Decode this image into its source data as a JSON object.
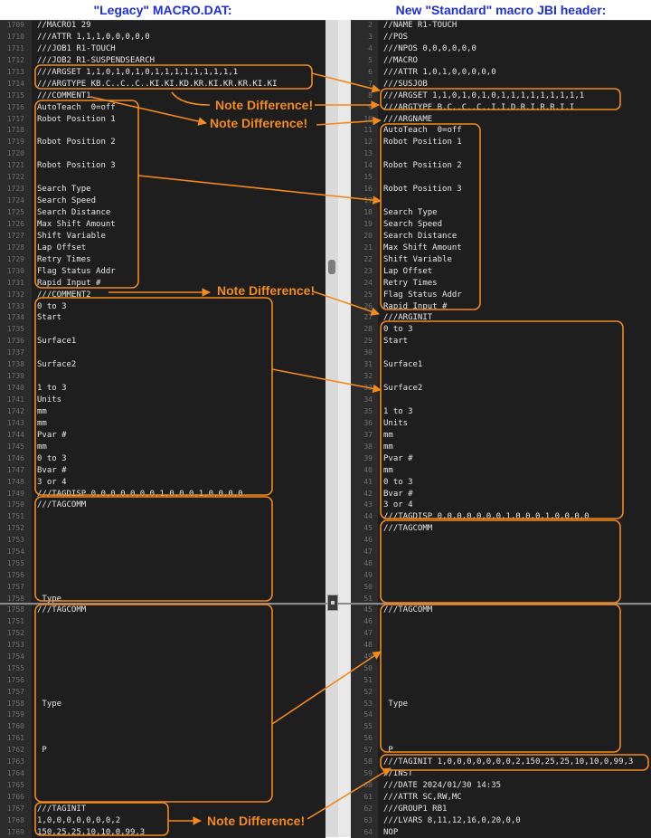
{
  "headers": {
    "left": "\"Legacy\" MACRO.DAT:",
    "right": "New \"Standard\" macro JBI header:"
  },
  "notes": [
    "Note Difference!",
    "Note Difference!",
    "Note Difference!",
    "Note Difference!"
  ],
  "colors": {
    "header_text": "#1f2fd6",
    "annotation": "#f28a1c",
    "editor_bg": "#1e1e1e",
    "code_text": "#e6e6e6",
    "line_number": "#6f6f6f"
  },
  "left_top": {
    "lines": [
      {
        "n": "1709",
        "t": "//MACRO1 29"
      },
      {
        "n": "1710",
        "t": "///ATTR 1,1,1,0,0,0,0,0"
      },
      {
        "n": "1711",
        "t": "///JOB1 R1-TOUCH"
      },
      {
        "n": "1712",
        "t": "///JOB2 R1-SUSPENDSEARCH"
      },
      {
        "n": "1713",
        "t": "///ARGSET 1,1,0,1,0,1,0,1,1,1,1,1,1,1,1,1"
      },
      {
        "n": "1714",
        "t": "///ARGTYPE KB.C..C..C..KI.KI.KD.KR.KI.KR.KR.KI.KI"
      },
      {
        "n": "1715",
        "t": "///COMMENT1"
      },
      {
        "n": "1716",
        "t": "AutoTeach  0=off"
      },
      {
        "n": "1717",
        "t": "Robot Position 1"
      },
      {
        "n": "1718",
        "t": ""
      },
      {
        "n": "1719",
        "t": "Robot Position 2"
      },
      {
        "n": "1720",
        "t": ""
      },
      {
        "n": "1721",
        "t": "Robot Position 3"
      },
      {
        "n": "1722",
        "t": ""
      },
      {
        "n": "1723",
        "t": "Search Type"
      },
      {
        "n": "1724",
        "t": "Search Speed"
      },
      {
        "n": "1725",
        "t": "Search Distance"
      },
      {
        "n": "1726",
        "t": "Max Shift Amount"
      },
      {
        "n": "1727",
        "t": "Shift Variable"
      },
      {
        "n": "1728",
        "t": "Lap Offset"
      },
      {
        "n": "1729",
        "t": "Retry Times"
      },
      {
        "n": "1730",
        "t": "Flag Status Addr"
      },
      {
        "n": "1731",
        "t": "Rapid Input #"
      },
      {
        "n": "1732",
        "t": "///COMMENT2"
      },
      {
        "n": "1733",
        "t": "0 to 3"
      },
      {
        "n": "1734",
        "t": "Start"
      },
      {
        "n": "1735",
        "t": ""
      },
      {
        "n": "1736",
        "t": "Surface1"
      },
      {
        "n": "1737",
        "t": ""
      },
      {
        "n": "1738",
        "t": "Surface2"
      },
      {
        "n": "1739",
        "t": ""
      },
      {
        "n": "1740",
        "t": "1 to 3"
      },
      {
        "n": "1741",
        "t": "Units"
      },
      {
        "n": "1742",
        "t": "mm"
      },
      {
        "n": "1743",
        "t": "mm"
      },
      {
        "n": "1744",
        "t": "Pvar #"
      },
      {
        "n": "1745",
        "t": "mm"
      },
      {
        "n": "1746",
        "t": "0 to 3"
      },
      {
        "n": "1747",
        "t": "Bvar #"
      },
      {
        "n": "1748",
        "t": "3 or 4"
      },
      {
        "n": "1749",
        "t": "///TAGDISP 0,0,0,0,0,0,0,1,0,0,0,1,0,0,0,0"
      },
      {
        "n": "1750",
        "t": "///TAGCOMM"
      },
      {
        "n": "1751",
        "t": ""
      },
      {
        "n": "1752",
        "t": ""
      },
      {
        "n": "1753",
        "t": ""
      },
      {
        "n": "1754",
        "t": ""
      },
      {
        "n": "1755",
        "t": ""
      },
      {
        "n": "1756",
        "t": ""
      },
      {
        "n": "1757",
        "t": ""
      },
      {
        "n": "1758",
        "t": " Type"
      }
    ]
  },
  "left_bottom": {
    "lines": [
      {
        "n": "1758",
        "t": "///TAGCOMM"
      },
      {
        "n": "1751",
        "t": ""
      },
      {
        "n": "1752",
        "t": ""
      },
      {
        "n": "1753",
        "t": ""
      },
      {
        "n": "1754",
        "t": ""
      },
      {
        "n": "1755",
        "t": ""
      },
      {
        "n": "1756",
        "t": ""
      },
      {
        "n": "1757",
        "t": ""
      },
      {
        "n": "1758",
        "t": " Type"
      },
      {
        "n": "1759",
        "t": ""
      },
      {
        "n": "1760",
        "t": ""
      },
      {
        "n": "1761",
        "t": ""
      },
      {
        "n": "1762",
        "t": " P"
      },
      {
        "n": "1763",
        "t": ""
      },
      {
        "n": "1764",
        "t": ""
      },
      {
        "n": "1765",
        "t": ""
      },
      {
        "n": "1766",
        "t": ""
      },
      {
        "n": "1767",
        "t": "///TAGINIT"
      },
      {
        "n": "1768",
        "t": "1,0,0,0,0,0,0,0,2"
      },
      {
        "n": "1769",
        "t": "150,25,25,10,10,0,99,3"
      }
    ]
  },
  "right_top": {
    "lines": [
      {
        "n": "2",
        "t": "//NAME R1-TOUCH"
      },
      {
        "n": "3",
        "t": "//POS"
      },
      {
        "n": "4",
        "t": "///NPOS 0,0,0,0,0,0"
      },
      {
        "n": "5",
        "t": "//MACRO"
      },
      {
        "n": "6",
        "t": "///ATTR 1,0,1,0,0,0,0,0"
      },
      {
        "n": "7",
        "t": "///SUSJOB"
      },
      {
        "n": "8",
        "t": "///ARGSET 1,1,0,1,0,1,0,1,1,1,1,1,1,1,1,1"
      },
      {
        "n": "9",
        "t": "///ARGTYPE B.C..C..C..I.I.D.R.I.R.R.I.I"
      },
      {
        "n": "10",
        "t": "///ARGNAME"
      },
      {
        "n": "11",
        "t": "AutoTeach  0=off"
      },
      {
        "n": "12",
        "t": "Robot Position 1"
      },
      {
        "n": "13",
        "t": ""
      },
      {
        "n": "14",
        "t": "Robot Position 2"
      },
      {
        "n": "15",
        "t": ""
      },
      {
        "n": "16",
        "t": "Robot Position 3"
      },
      {
        "n": "17",
        "t": ""
      },
      {
        "n": "18",
        "t": "Search Type"
      },
      {
        "n": "19",
        "t": "Search Speed"
      },
      {
        "n": "20",
        "t": "Search Distance"
      },
      {
        "n": "21",
        "t": "Max Shift Amount"
      },
      {
        "n": "22",
        "t": "Shift Variable"
      },
      {
        "n": "23",
        "t": "Lap Offset"
      },
      {
        "n": "24",
        "t": "Retry Times"
      },
      {
        "n": "25",
        "t": "Flag Status Addr"
      },
      {
        "n": "26",
        "t": "Rapid Input #"
      },
      {
        "n": "27",
        "t": "///ARGINIT"
      },
      {
        "n": "28",
        "t": "0 to 3"
      },
      {
        "n": "29",
        "t": "Start"
      },
      {
        "n": "30",
        "t": ""
      },
      {
        "n": "31",
        "t": "Surface1"
      },
      {
        "n": "32",
        "t": ""
      },
      {
        "n": "33",
        "t": "Surface2"
      },
      {
        "n": "34",
        "t": ""
      },
      {
        "n": "35",
        "t": "1 to 3"
      },
      {
        "n": "36",
        "t": "Units"
      },
      {
        "n": "37",
        "t": "mm"
      },
      {
        "n": "38",
        "t": "mm"
      },
      {
        "n": "39",
        "t": "Pvar #"
      },
      {
        "n": "40",
        "t": "mm"
      },
      {
        "n": "41",
        "t": "0 to 3"
      },
      {
        "n": "42",
        "t": "Bvar #"
      },
      {
        "n": "43",
        "t": "3 or 4"
      },
      {
        "n": "44",
        "t": "///TAGDISP 0,0,0,0,0,0,0,1,0,0,0,1,0,0,0,0"
      },
      {
        "n": "45",
        "t": "///TAGCOMM"
      },
      {
        "n": "46",
        "t": ""
      },
      {
        "n": "47",
        "t": ""
      },
      {
        "n": "48",
        "t": ""
      },
      {
        "n": "49",
        "t": ""
      },
      {
        "n": "50",
        "t": ""
      },
      {
        "n": "51",
        "t": ""
      }
    ]
  },
  "right_bottom": {
    "lines": [
      {
        "n": "45",
        "t": "///TAGCOMM"
      },
      {
        "n": "46",
        "t": ""
      },
      {
        "n": "47",
        "t": ""
      },
      {
        "n": "48",
        "t": ""
      },
      {
        "n": "49",
        "t": ""
      },
      {
        "n": "50",
        "t": ""
      },
      {
        "n": "51",
        "t": ""
      },
      {
        "n": "52",
        "t": ""
      },
      {
        "n": "53",
        "t": " Type"
      },
      {
        "n": "54",
        "t": ""
      },
      {
        "n": "55",
        "t": ""
      },
      {
        "n": "56",
        "t": ""
      },
      {
        "n": "57",
        "t": " P"
      },
      {
        "n": "58",
        "t": "///TAGINIT 1,0,0,0,0,0,0,0,2,150,25,25,10,10,0,99,3"
      },
      {
        "n": "59",
        "t": "//INST"
      },
      {
        "n": "60",
        "t": "///DATE 2024/01/30 14:35"
      },
      {
        "n": "61",
        "t": "///ATTR SC,RW,MC"
      },
      {
        "n": "62",
        "t": "///GROUP1 RB1"
      },
      {
        "n": "63",
        "t": "///LVARS 8,11,12,16,0,20,0,0"
      },
      {
        "n": "64",
        "t": "NOP"
      }
    ]
  }
}
